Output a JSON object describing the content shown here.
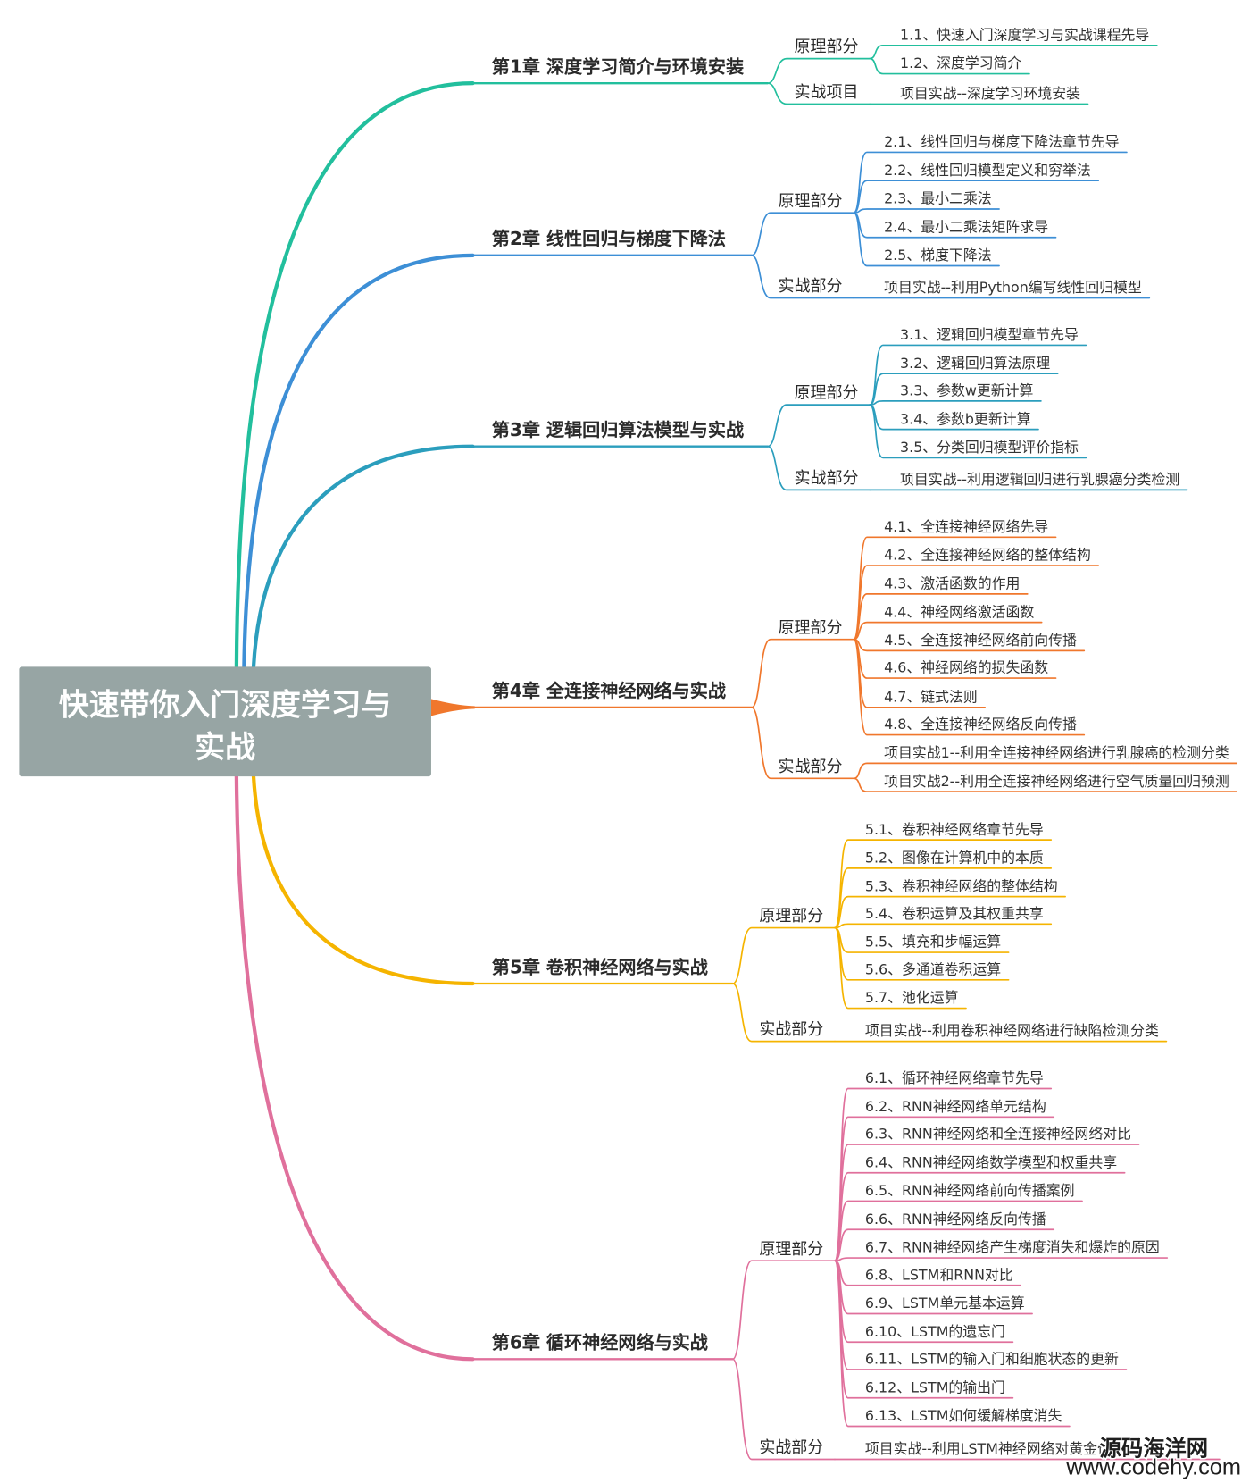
{
  "root": {
    "title_line1": "快速带你入门深度学习与",
    "title_line2": "实战",
    "color": "#97a5a4"
  },
  "chapters": [
    {
      "title": "第1章 深度学习简介与环境安装",
      "color": "#22bf9d",
      "theory_label": "原理部分",
      "theory_items": [
        "1.1、快速入门深度学习与实战课程先导",
        "1.2、深度学习简介"
      ],
      "practice_label": "实战项目",
      "practice_items": [
        "项目实战--深度学习环境安装"
      ]
    },
    {
      "title": "第2章 线性回归与梯度下降法",
      "color": "#3d8fd6",
      "theory_label": "原理部分",
      "theory_items": [
        "2.1、线性回归与梯度下降法章节先导",
        "2.2、线性回归模型定义和穷举法",
        "2.3、最小二乘法",
        "2.4、最小二乘法矩阵求导",
        "2.5、梯度下降法"
      ],
      "practice_label": "实战部分",
      "practice_items": [
        "项目实战--利用Python编写线性回归模型"
      ]
    },
    {
      "title": "第3章 逻辑回归算法模型与实战",
      "color": "#2b9ebd",
      "theory_label": "原理部分",
      "theory_items": [
        "3.1、逻辑回归模型章节先导",
        "3.2、逻辑回归算法原理",
        "3.3、参数w更新计算",
        "3.4、参数b更新计算",
        "3.5、分类回归模型评价指标"
      ],
      "practice_label": "实战部分",
      "practice_items": [
        "项目实战--利用逻辑回归进行乳腺癌分类检测"
      ]
    },
    {
      "title": "第4章 全连接神经网络与实战",
      "color": "#f0772c",
      "theory_label": "原理部分",
      "theory_items": [
        "4.1、全连接神经网络先导",
        "4.2、全连接神经网络的整体结构",
        "4.3、激活函数的作用",
        "4.4、神经网络激活函数",
        "4.5、全连接神经网络前向传播",
        "4.6、神经网络的损失函数",
        "4.7、链式法则",
        "4.8、全连接神经网络反向传播"
      ],
      "practice_label": "实战部分",
      "practice_items": [
        "项目实战1--利用全连接神经网络进行乳腺癌的检测分类",
        "项目实战2--利用全连接神经网络进行空气质量回归预测"
      ]
    },
    {
      "title": "第5章 卷积神经网络与实战",
      "color": "#f5b400",
      "theory_label": "原理部分",
      "theory_items": [
        "5.1、卷积神经网络章节先导",
        "5.2、图像在计算机中的本质",
        "5.3、卷积神经网络的整体结构",
        "5.4、卷积运算及其权重共享",
        "5.5、填充和步幅运算",
        "5.6、多通道卷积运算",
        "5.7、池化运算"
      ],
      "practice_label": "实战部分",
      "practice_items": [
        "项目实战--利用卷积神经网络进行缺陷检测分类"
      ]
    },
    {
      "title": "第6章 循环神经网络与实战",
      "color": "#e0709c",
      "theory_label": "原理部分",
      "theory_items": [
        "6.1、循环神经网络章节先导",
        "6.2、RNN神经网络单元结构",
        "6.3、RNN神经网络和全连接神经网络对比",
        "6.4、RNN神经网络数学模型和权重共享",
        "6.5、RNN神经网络前向传播案例",
        "6.6、RNN神经网络反向传播",
        "6.7、RNN神经网络产生梯度消失和爆炸的原因",
        "6.8、LSTM和RNN对比",
        "6.9、LSTM单元基本运算",
        "6.10、LSTM的遗忘门",
        "6.11、LSTM的输入门和细胞状态的更新",
        "6.12、LSTM的输出门",
        "6.13、LSTM如何缓解梯度消失"
      ],
      "practice_label": "实战部分",
      "practice_items": [
        "项目实战--利用LSTM神经网络对黄金价"
      ]
    }
  ],
  "watermark": {
    "line1": "源码海洋网",
    "line2": "www.codehy.com"
  }
}
